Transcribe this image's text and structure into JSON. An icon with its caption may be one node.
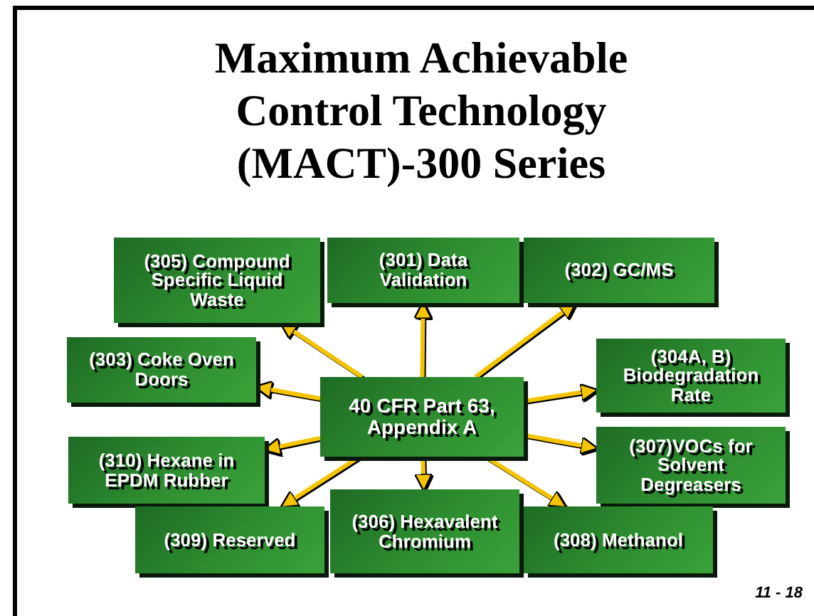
{
  "diagram": {
    "title": "Maximum Achievable Control Technology (MACT)-300 Series",
    "nodes": [
      {
        "text": [
          "(305) Compound Specific Liquid Waste"
        ]
      },
      {
        "text": [
          "(301) Data Validation"
        ]
      },
      {
        "text": [
          "(302) GC/MS"
        ]
      },
      {
        "text": [
          "(303) Coke Oven Doors"
        ]
      },
      {
        "text": [
          "(304A, B) Biodegradation Rate"
        ]
      },
      {
        "text": [
          "40 CFR Part 63, Appendix A"
        ]
      },
      {
        "text": [
          "(310) Hexane in EPDM Rubber"
        ]
      },
      {
        "text": [
          "(307)VOCs for Solvent Degreasers"
        ]
      },
      {
        "text": [
          "(309) Reserved"
        ]
      },
      {
        "text": [
          "(306) Hexavalent Chromium"
        ]
      },
      {
        "text": [
          "(308) Methanol"
        ]
      }
    ],
    "edges": [
      {
        "from": 5,
        "to": 0,
        "arrow": "to"
      },
      {
        "from": 5,
        "to": 1,
        "arrow": "to"
      },
      {
        "from": 5,
        "to": 2,
        "arrow": "to"
      },
      {
        "from": 5,
        "to": 3,
        "arrow": "to"
      },
      {
        "from": 5,
        "to": 4,
        "arrow": "to"
      },
      {
        "from": 5,
        "to": 6,
        "arrow": "to"
      },
      {
        "from": 5,
        "to": 7,
        "arrow": "to"
      },
      {
        "from": 5,
        "to": 8,
        "arrow": "to"
      },
      {
        "from": 5,
        "to": 9,
        "arrow": "to"
      },
      {
        "from": 5,
        "to": 10,
        "arrow": "to"
      }
    ],
    "labels": [
      "11 - 18"
    ]
  }
}
